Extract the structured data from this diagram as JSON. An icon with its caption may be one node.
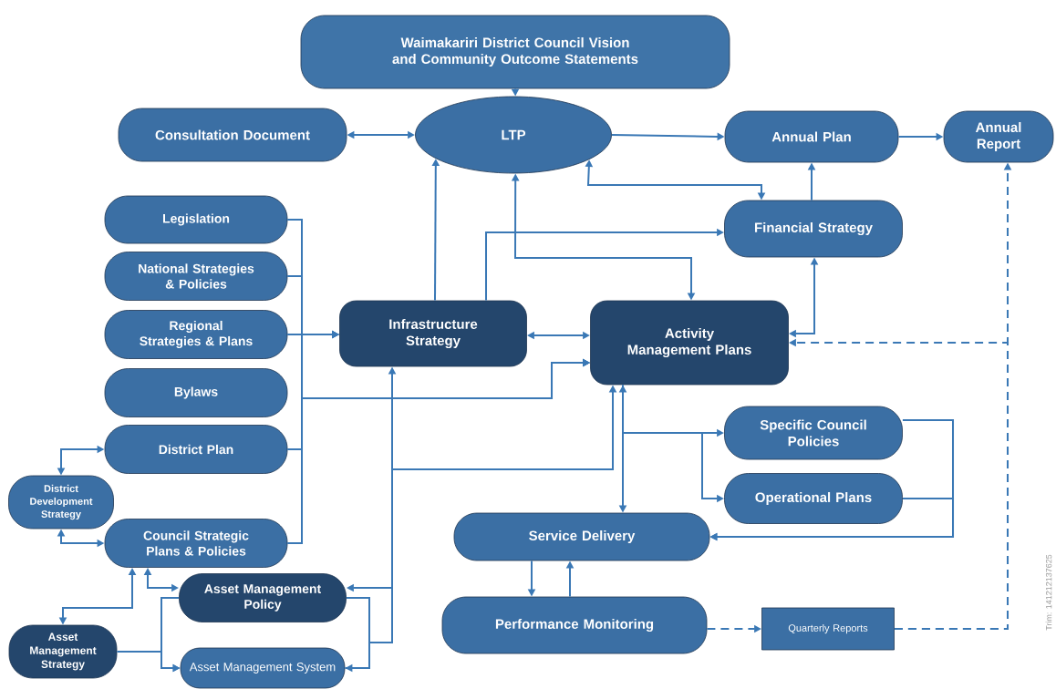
{
  "diagram": {
    "nodes": [
      {
        "text": [
          "Waimakariri District Council Vision and Community Outcome Statements"
        ]
      },
      {
        "text": [
          "Consultation Document"
        ]
      },
      {
        "text": [
          "LTP"
        ]
      },
      {
        "text": [
          "Annual Plan"
        ]
      },
      {
        "text": [
          "Annual Report"
        ]
      },
      {
        "text": [
          "Legislation"
        ]
      },
      {
        "text": [
          "National Strategies & Policies"
        ]
      },
      {
        "text": [
          "Regional Strategies & Plans"
        ]
      },
      {
        "text": [
          "Bylaws"
        ]
      },
      {
        "text": [
          "District Plan"
        ]
      },
      {
        "text": [
          "District Development Strategy"
        ]
      },
      {
        "text": [
          "Council Strategic Plans & Policies"
        ]
      },
      {
        "text": [
          "Financial Strategy"
        ]
      },
      {
        "text": [
          "Infrastructure Strategy"
        ]
      },
      {
        "text": [
          "Activity Management Plans"
        ]
      },
      {
        "text": [
          "Specific Council Policies"
        ]
      },
      {
        "text": [
          "Operational Plans"
        ]
      },
      {
        "text": [
          "Service Delivery"
        ]
      },
      {
        "text": [
          "Asset Management Policy"
        ]
      },
      {
        "text": [
          "Asset Management Strategy"
        ]
      },
      {
        "text": [
          "Asset Management System"
        ]
      },
      {
        "text": [
          "Performance Monitoring"
        ]
      },
      {
        "text": [
          "Quarterly Reports"
        ]
      }
    ],
    "edges": [
      {
        "from": 0,
        "to": 2,
        "arrow": "to"
      },
      {
        "from": 1,
        "to": 2,
        "arrow": "both"
      },
      {
        "from": 2,
        "to": 3,
        "arrow": "to"
      },
      {
        "from": 3,
        "to": 4,
        "arrow": "to"
      },
      {
        "from": 12,
        "to": 3,
        "arrow": "to"
      },
      {
        "from": 2,
        "to": 12,
        "arrow": "both"
      },
      {
        "from": 13,
        "to": 2,
        "arrow": "to"
      },
      {
        "from": 13,
        "to": 12,
        "arrow": "to"
      },
      {
        "from": 2,
        "to": 14,
        "arrow": "both"
      },
      {
        "from": 14,
        "to": 12,
        "arrow": "both"
      },
      {
        "from": 13,
        "to": 14,
        "arrow": "both"
      },
      {
        "from": 5,
        "to": 13,
        "arrow": "to"
      },
      {
        "from": 6,
        "to": 13,
        "arrow": "to"
      },
      {
        "from": 7,
        "to": 13,
        "arrow": "to"
      },
      {
        "from": 9,
        "to": 13,
        "arrow": "to"
      },
      {
        "from": 11,
        "to": 13,
        "arrow": "to"
      },
      {
        "from": 5,
        "to": 14,
        "arrow": "to"
      },
      {
        "from": 6,
        "to": 14,
        "arrow": "to"
      },
      {
        "from": 7,
        "to": 14,
        "arrow": "to"
      },
      {
        "from": 9,
        "to": 14,
        "arrow": "to"
      },
      {
        "from": 11,
        "to": 14,
        "arrow": "to"
      },
      {
        "from": 10,
        "to": 9,
        "arrow": "both"
      },
      {
        "from": 10,
        "to": 11,
        "arrow": "both"
      },
      {
        "from": 19,
        "to": 11,
        "arrow": "both"
      },
      {
        "from": 11,
        "to": 18,
        "arrow": "both"
      },
      {
        "from": 19,
        "to": 20,
        "arrow": "to"
      },
      {
        "from": 18,
        "to": 20,
        "arrow": "to"
      },
      {
        "from": 18,
        "to": 20,
        "arrow": "to"
      },
      {
        "from": 13,
        "to": 18,
        "arrow": "both"
      },
      {
        "from": 20,
        "to": 14,
        "arrow": "to"
      },
      {
        "from": 14,
        "to": 17,
        "arrow": "both"
      },
      {
        "from": 14,
        "to": 15,
        "arrow": "to"
      },
      {
        "from": 14,
        "to": 16,
        "arrow": "to"
      },
      {
        "from": 15,
        "to": 17,
        "arrow": "to"
      },
      {
        "from": 16,
        "to": 17,
        "arrow": "to"
      },
      {
        "from": 17,
        "to": 21,
        "arrow": "to"
      },
      {
        "from": 21,
        "to": 17,
        "arrow": "to"
      },
      {
        "from": 21,
        "to": 22,
        "arrow": "to",
        "style": "dashed"
      },
      {
        "from": 22,
        "to": 4,
        "arrow": "to",
        "style": "dashed"
      },
      {
        "from": 22,
        "to": 14,
        "arrow": "to",
        "style": "dashed"
      }
    ],
    "labels": [
      "Trim: 141212137625"
    ]
  }
}
